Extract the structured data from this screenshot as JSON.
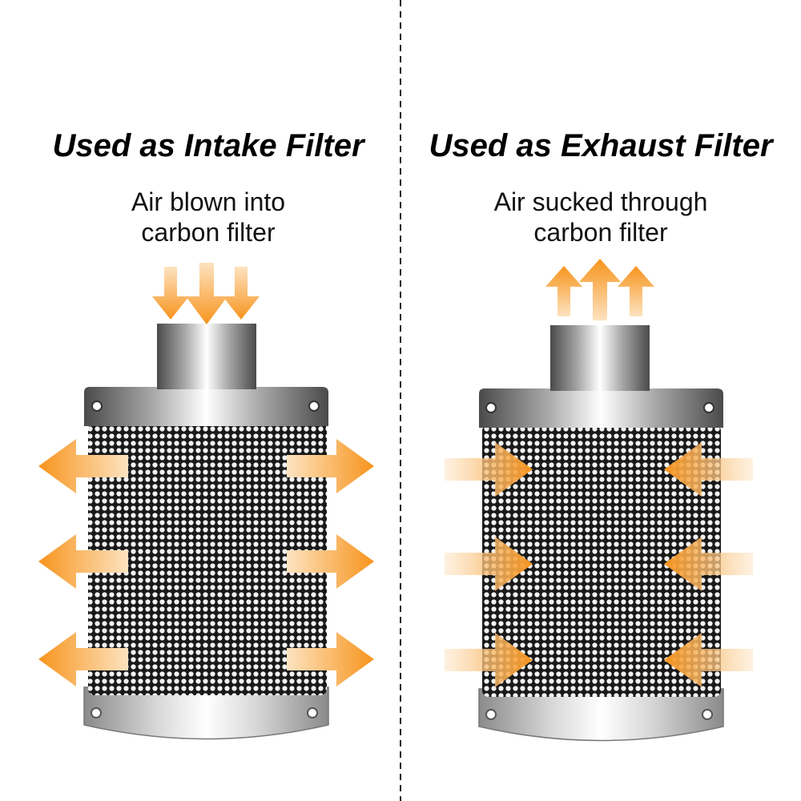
{
  "left_panel": {
    "title": "Used as Intake Filter",
    "caption_line1": "Air blown into",
    "caption_line2": "carbon filter"
  },
  "right_panel": {
    "title": "Used as Exhaust Filter",
    "caption_line1": "Air sucked through",
    "caption_line2": "carbon filter"
  },
  "colors": {
    "arrow": "#f7941d",
    "arrow_light": "#fde3c0",
    "mesh_dark": "#1a1a1a",
    "metal_light": "#f4f4f4",
    "metal_dark": "#5a5a5a",
    "divider": "#222222"
  },
  "icons": {
    "filter": "carbon-filter-icon",
    "airflow": "airflow-arrow-icon"
  }
}
